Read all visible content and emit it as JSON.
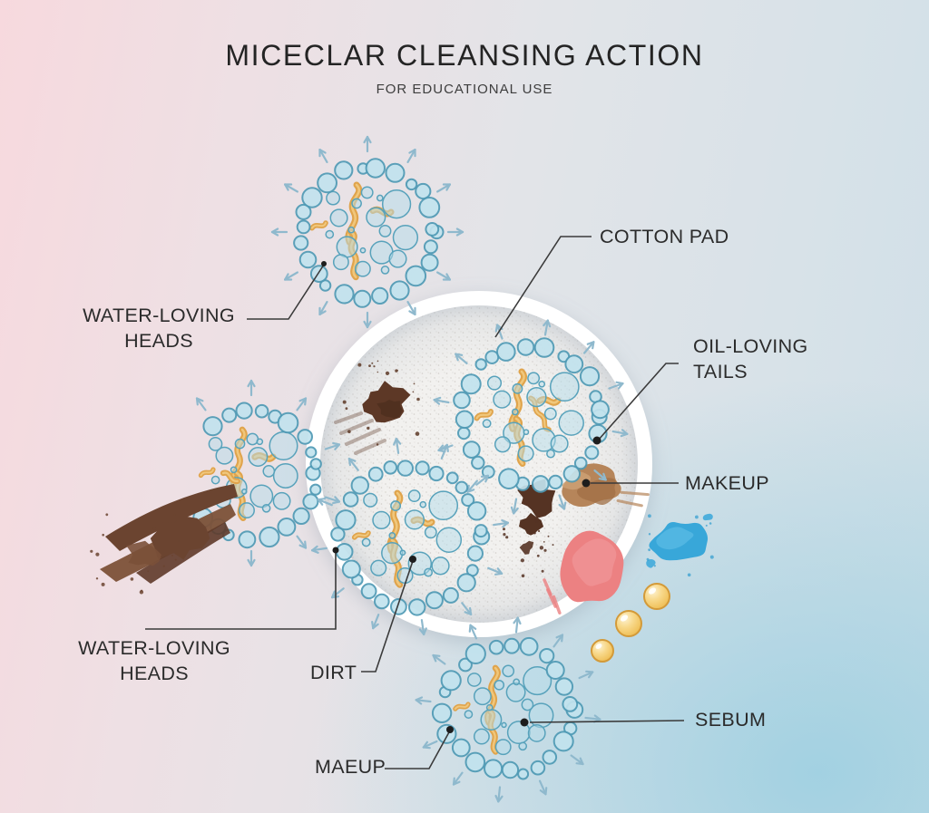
{
  "header": {
    "title": "MICECLAR CLEANSING ACTION",
    "subtitle": "FOR EDUCATIONAL USE"
  },
  "labels": {
    "cotton_pad": "COTTON PAD",
    "water_loving_heads_top": "WATER-LOVING HEADS",
    "oil_loving_tails": "OIL-LOVING TAILS",
    "makeup": "MAKEUP",
    "water_loving_heads_bottom": "WATER-LOVING HEADS",
    "dirt": "DIRT",
    "maeup": "MAEUP",
    "sebum": "SEBUM"
  },
  "colors": {
    "background_pink": "#f6dbdf",
    "background_blue": "#bedde7",
    "micelle_bubble_fill": "#c2e3ee",
    "micelle_bubble_stroke": "#4f9ab5",
    "micelle_inner_bubble_fill": "rgba(179,220,233,0.5)",
    "micelle_inner_bubble_stroke": "#58a2bb",
    "oil_tail_orange": "#e0a44c",
    "oil_tail_highlight": "#f2cb82",
    "arrow_blue": "#8fb9cd",
    "cotton_pad_white": "#f2f1ef",
    "dirt_brown": "#5d3826",
    "dirt_dark_brown": "#553323",
    "makeup_streak_brown": "#6b4430",
    "makeup_smudge_tan": "#b6855a",
    "lipstick_pink": "#ec8182",
    "eyeshadow_blue": "#38a7d9",
    "sebum_gold": "#f0c25c",
    "leader_line": "#3a3a3a",
    "text": "#2b2b2b"
  }
}
